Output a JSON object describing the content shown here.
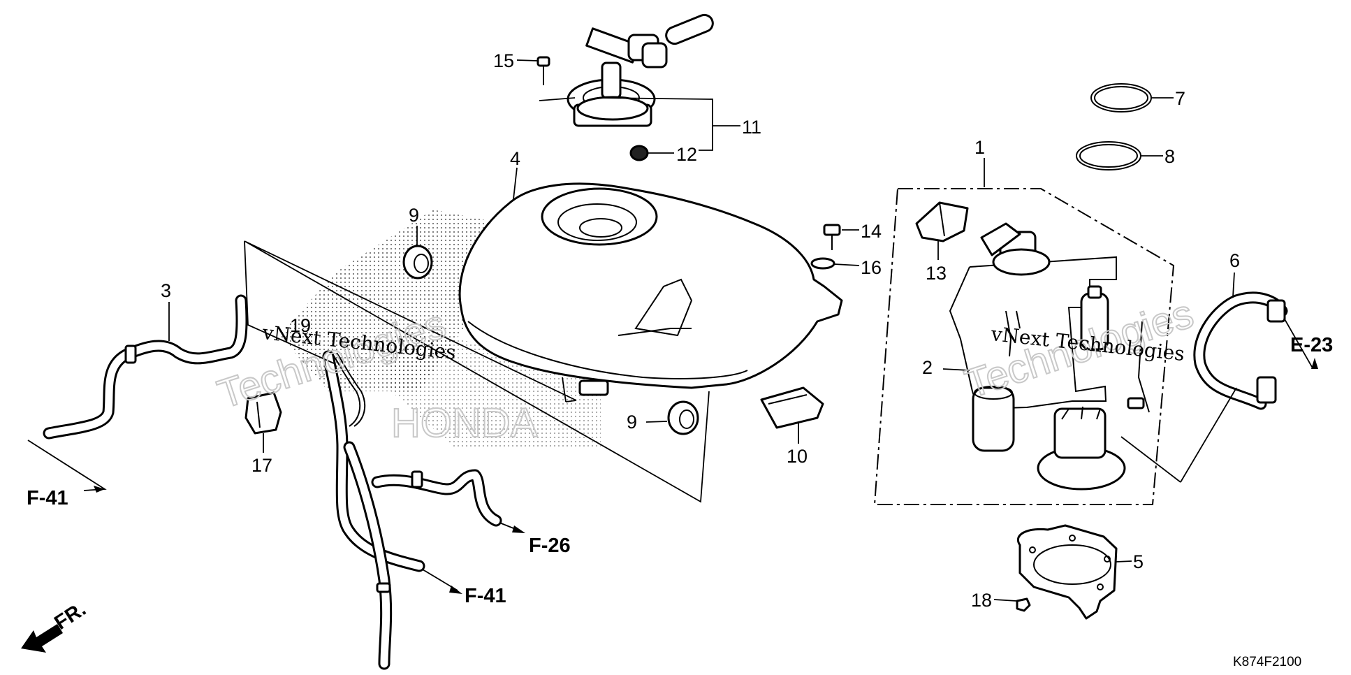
{
  "diagram": {
    "callouts": {
      "n1": "1",
      "n2": "2",
      "n3": "3",
      "n4": "4",
      "n5": "5",
      "n6": "6",
      "n7": "7",
      "n8": "8",
      "n9a": "9",
      "n9b": "9",
      "n10": "10",
      "n11": "11",
      "n12": "12",
      "n13": "13",
      "n14": "14",
      "n15": "15",
      "n16": "16",
      "n17": "17",
      "n18": "18",
      "n19": "19"
    },
    "references": {
      "f41_left": "F-41",
      "f41_bottom": "F-41",
      "f26": "F-26",
      "e23": "E-23"
    },
    "front_indicator": "FR.",
    "figure_code": "K874F2100",
    "watermark": {
      "line1": "vNext Technologies",
      "line2": "Technologies"
    },
    "emblem_text": "HONDA"
  }
}
